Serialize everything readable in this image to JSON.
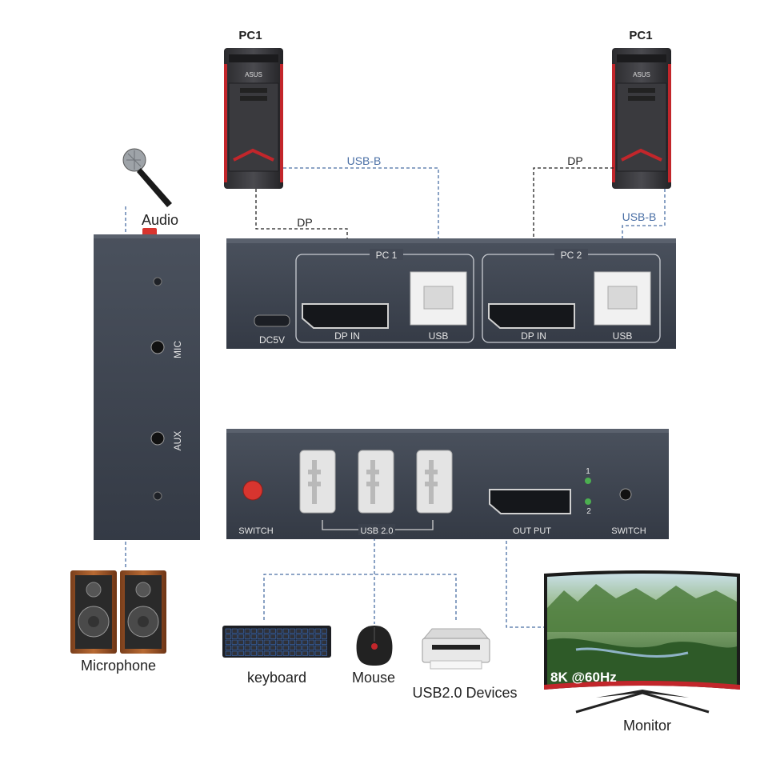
{
  "labels": {
    "pc_left": "PC1",
    "pc_right": "PC1",
    "audio": "Audio",
    "microphone": "Microphone",
    "keyboard": "keyboard",
    "mouse": "Mouse",
    "usb_devices": "USB2.0 Devices",
    "monitor": "Monitor",
    "monitor_res": "8K @60Hz",
    "pc_brand": "ASUS"
  },
  "cables": {
    "usb_b_left": "USB-B",
    "dp_left": "DP",
    "dp_right": "DP",
    "usb_b_right": "USB-B"
  },
  "rear_panel": {
    "group1": "PC 1",
    "group2": "PC 2",
    "dc": "DC5V",
    "dp_in_1": "DP IN",
    "usb_1": "USB",
    "dp_in_2": "DP IN",
    "usb_2": "USB"
  },
  "front_panel": {
    "switch_left": "SWITCH",
    "usb_group": "USB 2.0",
    "output": "OUT PUT",
    "led1": "1",
    "led2": "2",
    "switch_right": "SWITCH"
  },
  "side_panel": {
    "mic": "MIC",
    "aux": "AUX"
  },
  "colors": {
    "panel": "#3d4450",
    "usb_cable": "#4a6fa5",
    "dp_cable": "#222222",
    "switch_red": "#d8352f",
    "led_green": "#4caf50"
  }
}
